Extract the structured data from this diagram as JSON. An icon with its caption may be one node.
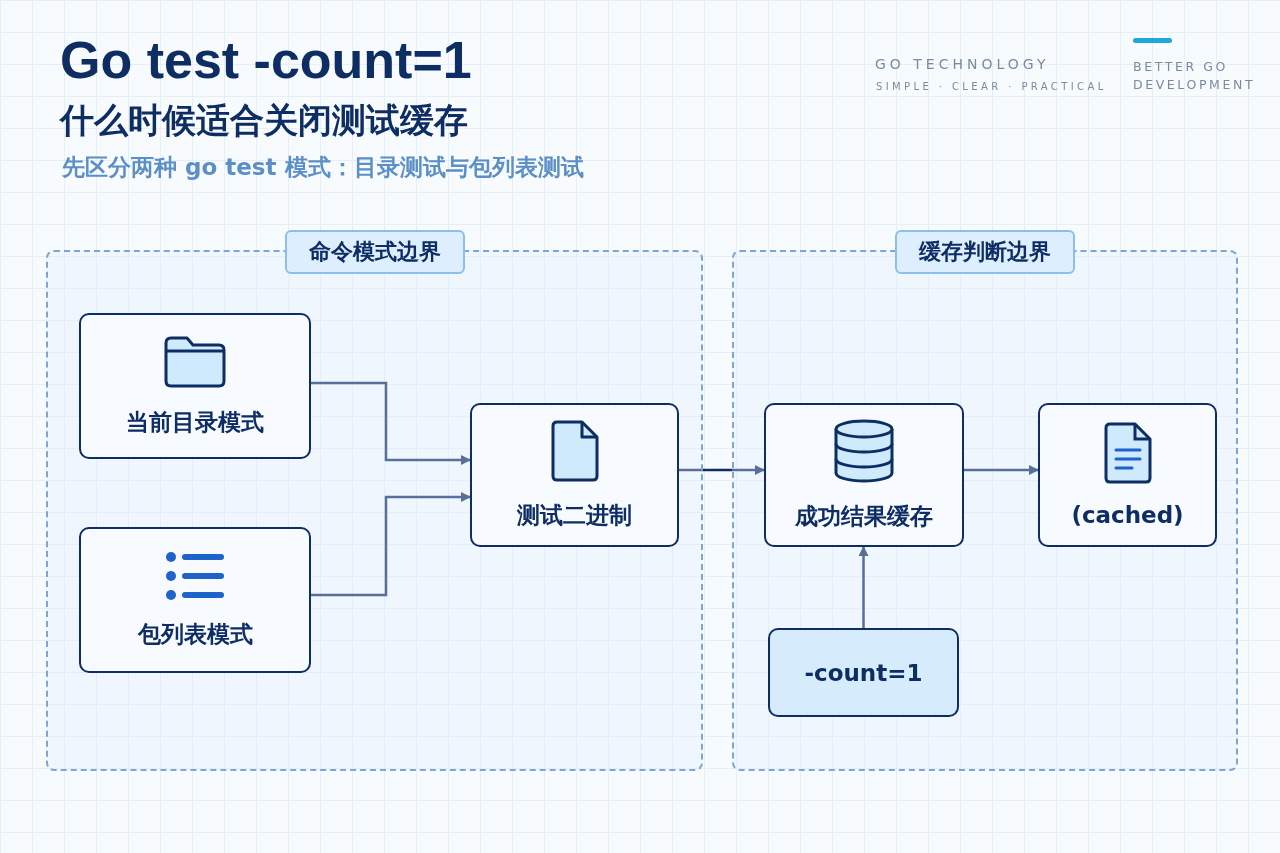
{
  "diagram": {
    "title": "Go test -count=1 什么时候适合关闭测试缓存",
    "caption": "先区分两种 go test 模式：目录测试与包列表测试",
    "nodes": [
      {
        "text": [
          "命令模式边界"
        ]
      },
      {
        "text": [
          "缓存判断边界"
        ]
      },
      {
        "text": [
          "当前目录模式"
        ],
        "in": 0
      },
      {
        "text": [
          "包列表模式"
        ],
        "in": 0
      },
      {
        "text": [
          "测试二进制"
        ],
        "in": 0
      },
      {
        "text": [
          "成功结果缓存"
        ],
        "in": 1
      },
      {
        "text": [
          "(cached)"
        ],
        "in": 1
      },
      {
        "text": [
          "-count=1"
        ],
        "in": 1
      }
    ],
    "edges": [
      {
        "from": 2,
        "to": 4,
        "arrow": "to"
      },
      {
        "from": 3,
        "to": 4,
        "arrow": "to"
      },
      {
        "from": 4,
        "to": 5,
        "arrow": "to"
      },
      {
        "from": 5,
        "to": 6,
        "arrow": "to"
      },
      {
        "from": 7,
        "to": 5,
        "arrow": "to"
      }
    ],
    "labels": [
      "GO TECHNOLOGY",
      "SIMPLE · CLEAR · PRACTICAL",
      "BETTER GO DEVELOPMENT"
    ]
  }
}
